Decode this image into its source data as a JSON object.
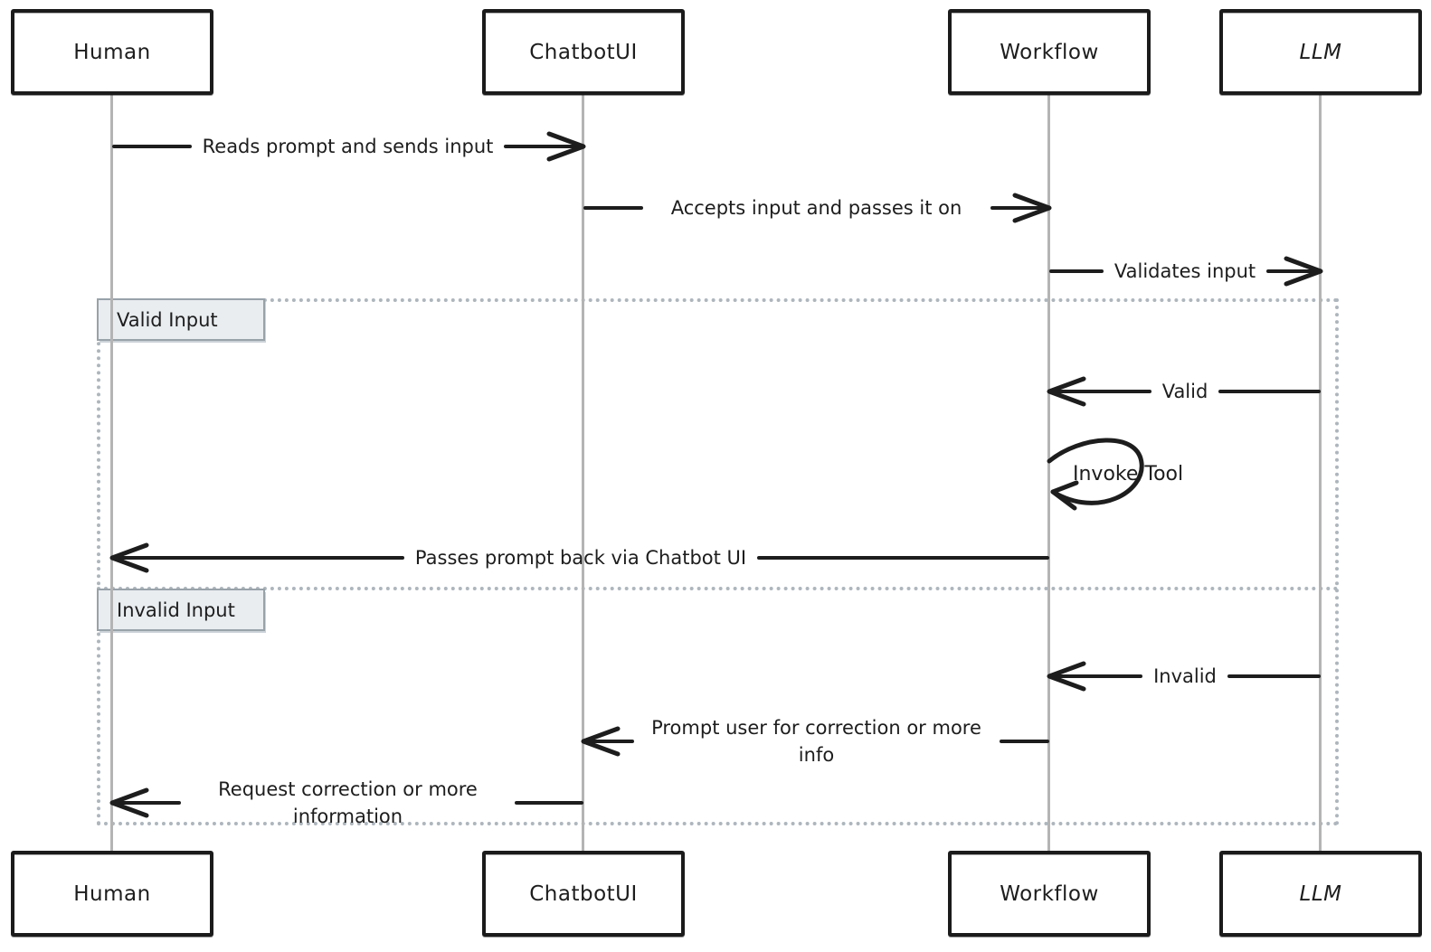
{
  "diagram": {
    "type": "sequence-diagram",
    "participants": [
      {
        "id": "human",
        "name": "Human"
      },
      {
        "id": "chatbotui",
        "name": "ChatbotUI"
      },
      {
        "id": "workflow",
        "name": "Workflow"
      },
      {
        "id": "llm",
        "name": "LLM"
      }
    ],
    "messages": [
      {
        "from": "Human",
        "to": "ChatbotUI",
        "text": "Reads prompt and sends input",
        "direction": "right"
      },
      {
        "from": "ChatbotUI",
        "to": "Workflow",
        "text": "Accepts input and passes it on",
        "direction": "right"
      },
      {
        "from": "Workflow",
        "to": "LLM",
        "text": "Validates input",
        "direction": "right"
      },
      {
        "from": "LLM",
        "to": "Workflow",
        "text": "Valid",
        "direction": "left",
        "section": "Valid Input"
      },
      {
        "from": "Workflow",
        "to": "Workflow",
        "text": "Invoke Tool",
        "direction": "self",
        "section": "Valid Input"
      },
      {
        "from": "Workflow",
        "to": "Human",
        "text": "Passes prompt back via Chatbot UI",
        "direction": "left",
        "section": "Valid Input"
      },
      {
        "from": "LLM",
        "to": "Workflow",
        "text": "Invalid",
        "direction": "left",
        "section": "Invalid Input"
      },
      {
        "from": "Workflow",
        "to": "ChatbotUI",
        "text": "Prompt user for correction or more info",
        "direction": "left",
        "section": "Invalid Input"
      },
      {
        "from": "ChatbotUI",
        "to": "Human",
        "text": "Request correction or more information",
        "direction": "left",
        "section": "Invalid Input"
      }
    ],
    "alt_sections": [
      {
        "label": "Valid Input"
      },
      {
        "label": "Invalid Input"
      }
    ],
    "colors": {
      "ink": "#1d1d1d",
      "lifeline": "#b4b4b4",
      "frame_dotted": "#aeb6bd",
      "section_label_bg": "#e9edf0",
      "section_label_border": "#98a2a9",
      "background": "#ffffff"
    }
  }
}
